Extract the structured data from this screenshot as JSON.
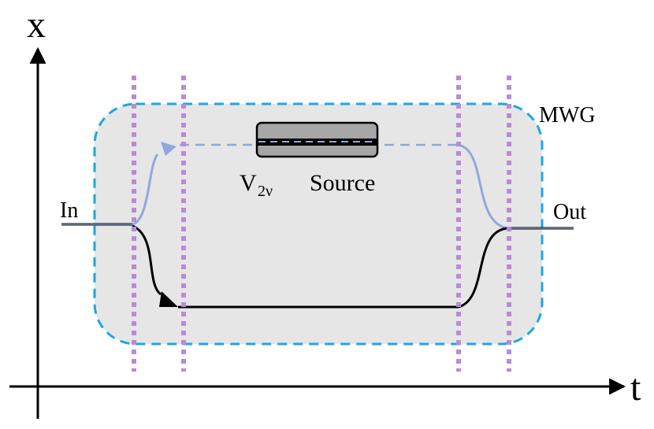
{
  "axes": {
    "x_label": "x",
    "t_label": "t"
  },
  "box": {
    "label": "MWG"
  },
  "ports": {
    "in_label": "In",
    "out_label": "Out"
  },
  "source": {
    "symbol": "V",
    "subscript": "2ν",
    "label": "Source"
  },
  "colors": {
    "box_fill": "#e6e6e6",
    "box_border": "#1ea7e1",
    "time_slices": "#b98bd6",
    "upper_path": "#8fa8dc",
    "lower_path": "#000000",
    "source_body": "#a6a6a6"
  }
}
